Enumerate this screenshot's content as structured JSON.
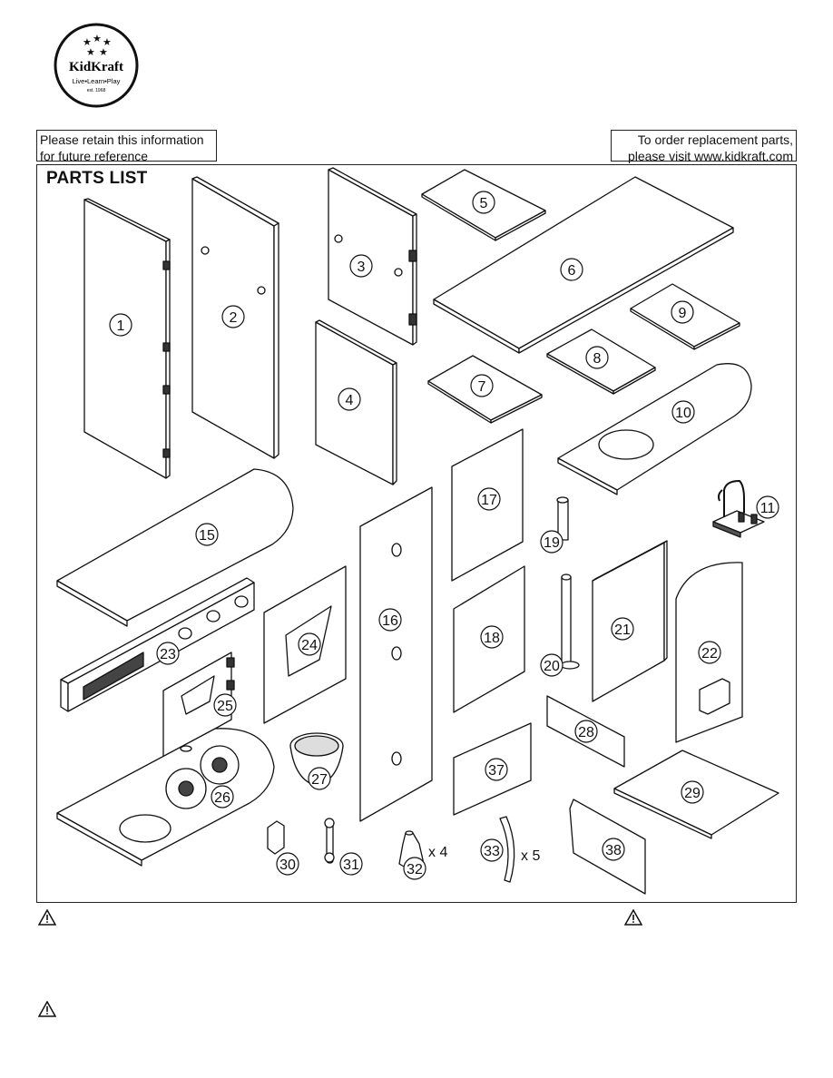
{
  "brand": {
    "name": "KidKraft",
    "tagline": "Live•Learn•Play",
    "est": "est. 1968"
  },
  "notes": {
    "retain_line1": "Please retain this information",
    "retain_line2": "for future reference",
    "order_line1": "To order replacement parts,",
    "order_line2": "please visit www.kidkraft.com"
  },
  "parts_list": {
    "title": "PARTS LIST",
    "parts": [
      "1",
      "2",
      "3",
      "4",
      "5",
      "6",
      "7",
      "8",
      "9",
      "10",
      "11",
      "15",
      "16",
      "17",
      "18",
      "19",
      "20",
      "21",
      "22",
      "23",
      "24",
      "25",
      "26",
      "27",
      "28",
      "29",
      "30",
      "31",
      "32",
      "33",
      "37",
      "38"
    ],
    "quantities": {
      "32": "x 4",
      "33": "x 5"
    }
  },
  "icons": [
    "logo-stars-icon",
    "warning-triangle-icon"
  ]
}
